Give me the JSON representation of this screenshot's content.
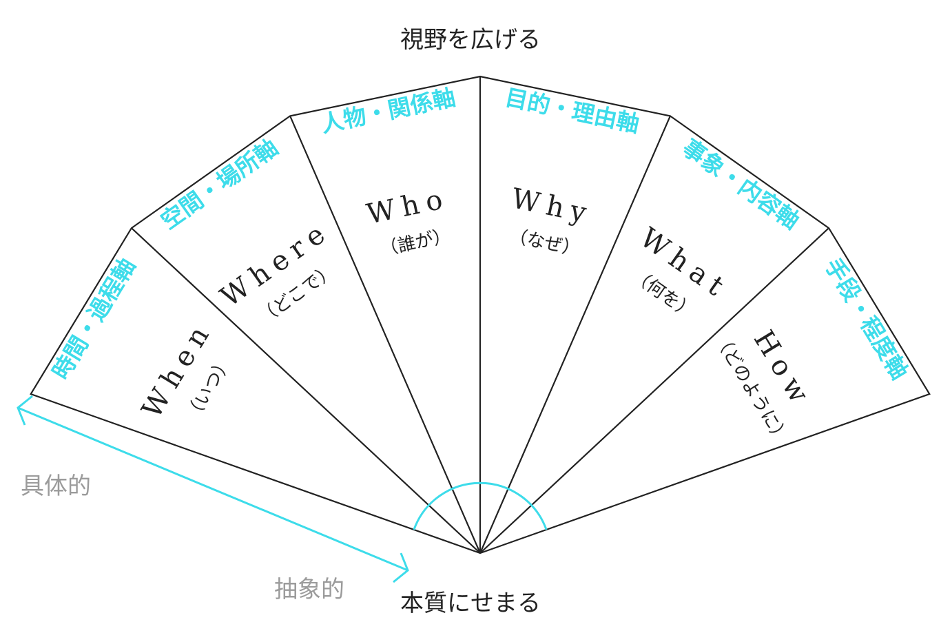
{
  "top_label": "視野を広げる",
  "bottom_label": "本質にせまる",
  "concrete_label": "具体的",
  "abstract_label": "抽象的",
  "colors": {
    "accent": "#3ddcea",
    "line": "#222222",
    "muted": "#9b9b9b"
  },
  "segments": [
    {
      "axis": "時間・過程軸",
      "word": "When",
      "meaning": "（いつ）"
    },
    {
      "axis": "空間・場所軸",
      "word": "Where",
      "meaning": "（どこで）"
    },
    {
      "axis": "人物・関係軸",
      "word": "Who",
      "meaning": "（誰が）"
    },
    {
      "axis": "目的・理由軸",
      "word": "Why",
      "meaning": "（なぜ）"
    },
    {
      "axis": "事象・内容軸",
      "word": "What",
      "meaning": "（何を）"
    },
    {
      "axis": "手段・程度軸",
      "word": "How",
      "meaning": "（どのように）"
    }
  ]
}
